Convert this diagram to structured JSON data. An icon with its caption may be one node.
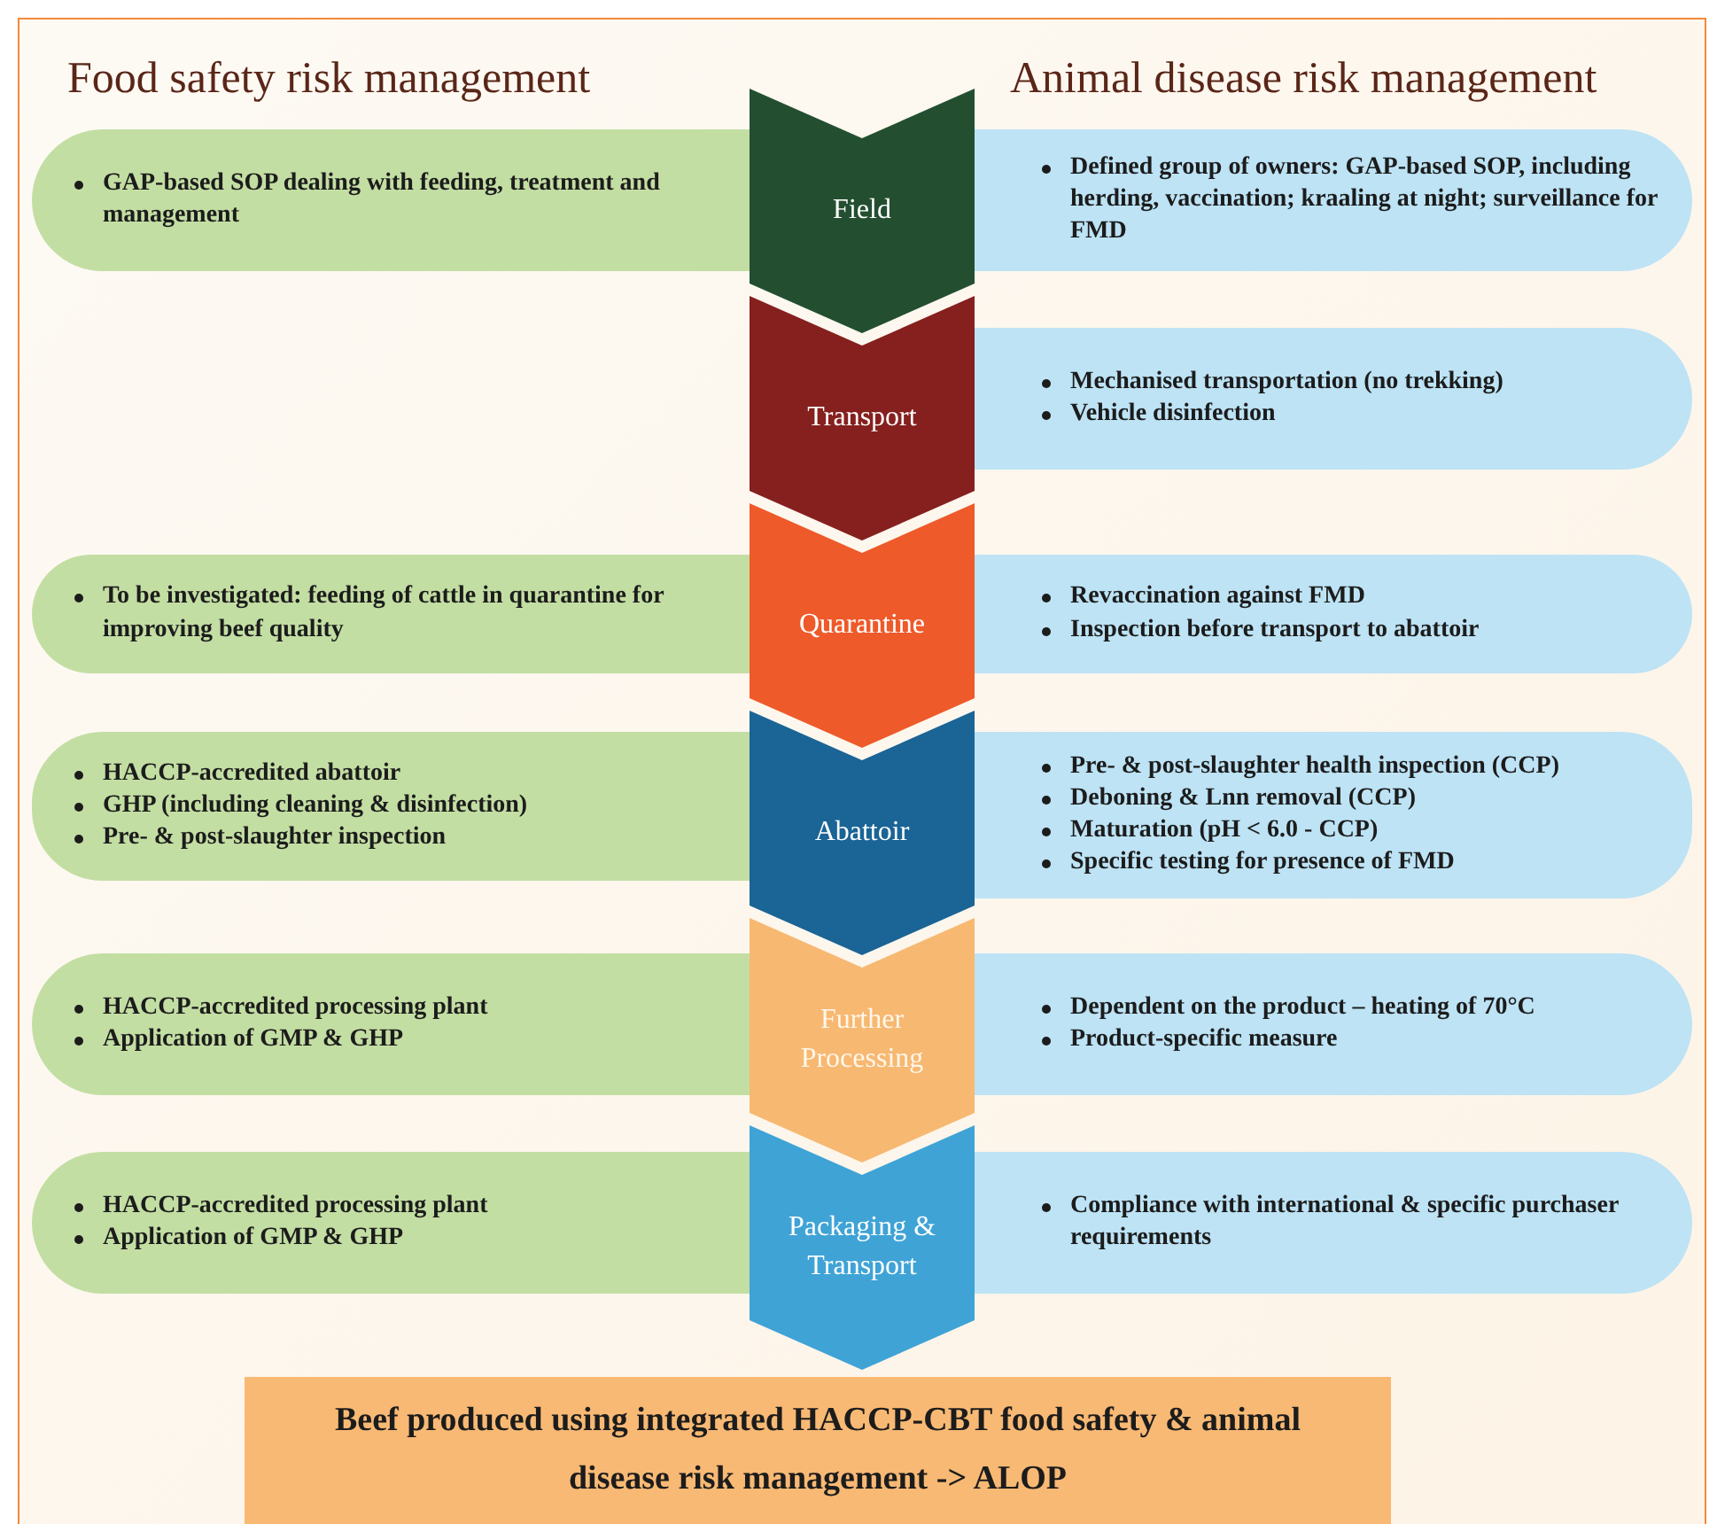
{
  "diagram": {
    "nodes": [
      {
        "text": [
          "GAP-based SOP dealing with feeding, treatment and management"
        ]
      },
      {
        "text": [
          "Field"
        ]
      },
      {
        "text": [
          "Defined group of owners: GAP-based SOP, including herding, vaccination; kraaling at night; surveillance for FMD"
        ]
      },
      {
        "text": [
          "Transport"
        ]
      },
      {
        "text": [
          "Mechanised transportation (no trekking)",
          "Vehicle disinfection"
        ]
      },
      {
        "text": [
          "To be investigated: feeding of cattle in quarantine for improving beef quality"
        ]
      },
      {
        "text": [
          "Quarantine"
        ]
      },
      {
        "text": [
          "Revaccination against FMD",
          "Inspection before transport to abattoir"
        ]
      },
      {
        "text": [
          "HACCP-accredited abattoir",
          "GHP (including cleaning & disinfection)",
          "Pre- & post-slaughter inspection"
        ]
      },
      {
        "text": [
          "Abattoir"
        ]
      },
      {
        "text": [
          "Pre- & post-slaughter health inspection (**CCP**)",
          "Deboning & Lnn removal (**CCP**)",
          "Maturation (pH < 6.0 - **CCP**)",
          "Specific testing for presence of FMD"
        ]
      },
      {
        "text": [
          "HACCP-accredited processing plant",
          "Application of GMP & GHP"
        ]
      },
      {
        "text": [
          "Further Processing"
        ]
      },
      {
        "text": [
          "Dependent on the product – heating of 70°C",
          "Product-specific measure"
        ]
      },
      {
        "text": [
          "HACCP-accredited processing plant",
          "Application of GMP & GHP"
        ]
      },
      {
        "text": [
          "Packaging & Transport"
        ]
      },
      {
        "text": [
          "Compliance with international & specific purchaser requirements"
        ]
      },
      {
        "text": [
          "Beef produced using integrated HACCP-CBT food safety & animal disease risk management -> ALOP"
        ]
      }
    ],
    "labels": [
      "Food safety risk management",
      "Animal disease risk management"
    ]
  }
}
